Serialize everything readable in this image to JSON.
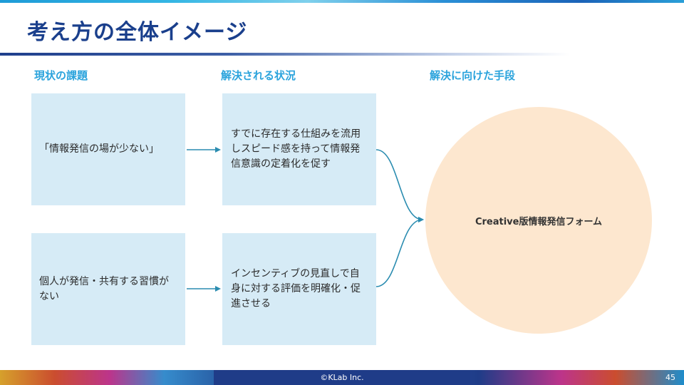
{
  "slide": {
    "title": "考え方の全体イメージ",
    "columns": {
      "problem": "現状の課題",
      "solved_state": "解決される状況",
      "means": "解決に向けた手段"
    },
    "boxes": {
      "problem_1": "「情報発信の場が少ない」",
      "problem_2": "個人が発信・共有する習慣がない",
      "solved_1": "すでに存在する仕組みを流用しスピード感を持って情報発信意識の定着化を促す",
      "solved_2": "インセンティブの見直しで自身に対する評価を明確化・促進させる"
    },
    "solution": "Creative版情報発信フォーム",
    "footer": {
      "copyright": "©KLab Inc.",
      "page_number": "45"
    }
  },
  "colors": {
    "title": "#1a3f8c",
    "column_heading": "#2aa3dc",
    "box_fill": "#d6ebf6",
    "circle_fill": "#fde7cf",
    "arrow": "#2a8cb0",
    "footer": "#1f3c88"
  }
}
